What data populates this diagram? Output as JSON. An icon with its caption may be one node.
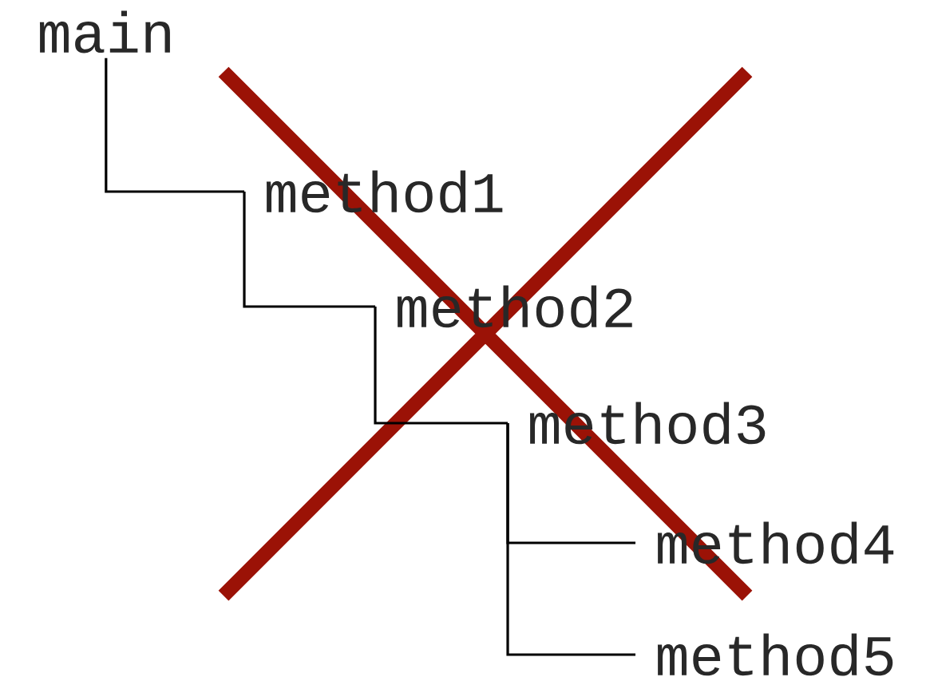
{
  "diagram": {
    "nodes": [
      {
        "text": [
          "main"
        ]
      },
      {
        "text": [
          "method1"
        ]
      },
      {
        "text": [
          "method2"
        ]
      },
      {
        "text": [
          "method3"
        ]
      },
      {
        "text": [
          "method4"
        ]
      },
      {
        "text": [
          "method5"
        ]
      }
    ],
    "edges": [
      {
        "from": 0,
        "to": 1,
        "arrow": "none"
      },
      {
        "from": 1,
        "to": 2,
        "arrow": "none"
      },
      {
        "from": 2,
        "to": 3,
        "arrow": "none"
      },
      {
        "from": 3,
        "to": 4,
        "arrow": "none"
      },
      {
        "from": 3,
        "to": 5,
        "arrow": "none"
      }
    ]
  }
}
